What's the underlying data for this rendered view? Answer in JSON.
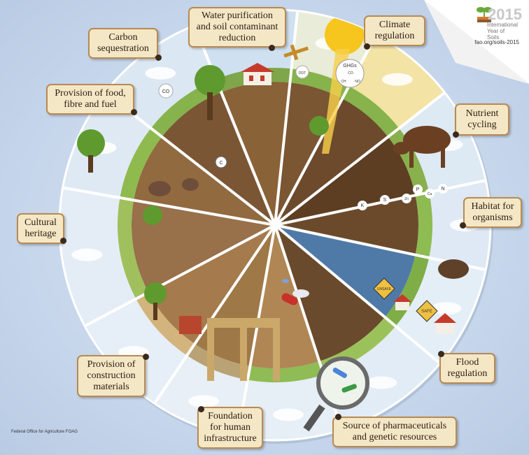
{
  "labels": {
    "water": "Water purification\nand soil contaminant\nreduction",
    "climate": "Climate\nregulation",
    "carbon": "Carbon\nsequestration",
    "nutrient": "Nutrient\ncycling",
    "food": "Provision of food,\nfibre and fuel",
    "habitat": "Habitat for\norganisms",
    "cultural": "Cultural\nheritage",
    "construction": "Provision of\nconstruction\nmaterials",
    "flood": "Flood\nregulation",
    "foundation": "Foundation\nfor human\ninfrastructure",
    "pharma": "Source of pharmaceuticals\nand genetic resources"
  },
  "tags": {
    "co": "CO",
    "c": "C",
    "ddt": "DDT",
    "ghgs": "GHGs",
    "ch4": "CH",
    "n2o": "NO",
    "co2": "CO",
    "k": "K",
    "s": "S",
    "zn": "Zn",
    "p": "P",
    "ca": "Ca",
    "n": "N",
    "unsafe": "UNSAFE",
    "safe": "SAFE"
  },
  "logo": {
    "year": "2015",
    "line": "International\nYear of Soils",
    "url": "fao.org/soils-2015"
  },
  "credit": "Federal Office for Agriculture FOAG"
}
